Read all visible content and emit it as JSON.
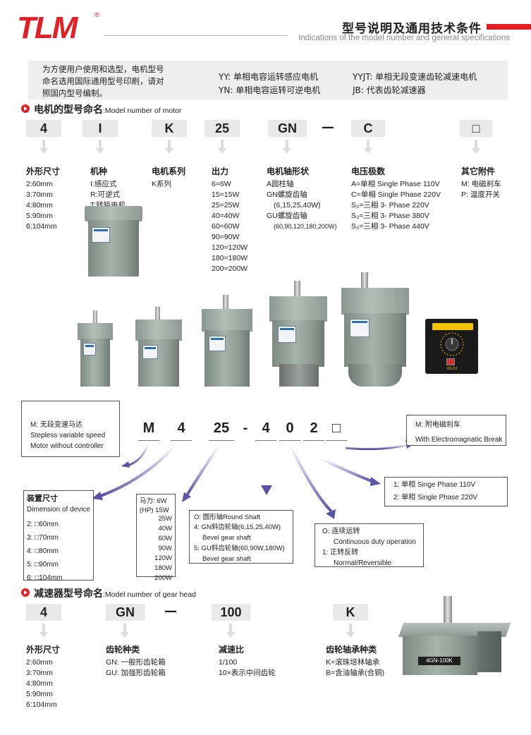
{
  "header": {
    "logo": "TLM",
    "title": "型号说明及通用技术条件",
    "subtitle": "Indications of the model number and general specifications"
  },
  "intro": {
    "text_lines": [
      "为方便用户使用和选型，电机型号",
      "命名选用国际通用型号印刷，请对",
      "照国内型号编制。"
    ],
    "legend": [
      {
        "code": "YY:",
        "desc": "单相电容运转感应电机"
      },
      {
        "code": "YN:",
        "desc": "单相电容运转可逆电机"
      },
      {
        "code": "YYJT:",
        "desc": "单相无段变速齿轮减速电机"
      },
      {
        "code": "JB:",
        "desc": "代表齿轮减速器"
      }
    ]
  },
  "motor_section": {
    "title": "电机的型号命名",
    "title_en": ":Model number of motor",
    "codes": [
      "4",
      "I",
      "K",
      "25",
      "GN",
      "—",
      "C",
      "□"
    ],
    "columns": [
      {
        "title": "外形尺寸",
        "items": [
          "2:60mm",
          "3:70mm",
          "4:80mm",
          "5:90mm",
          "6:104mm"
        ]
      },
      {
        "title": "机种",
        "items": [
          "I:感应式",
          "R:可逆式",
          "T:转矩电机"
        ]
      },
      {
        "title": "电机系列",
        "items": [
          "K系列"
        ]
      },
      {
        "title": "出力",
        "items": [
          "6=6W",
          "15=15W",
          "25=25W",
          "40=40W",
          "60=60W",
          "90=90W",
          "120=120W",
          "180=180W",
          "200=200W"
        ]
      },
      {
        "title": "电机轴形状",
        "items": [
          "A圆柱轴",
          "GN螺旋齿轴",
          "(6,15,25,40W)",
          "GU螺旋齿轴",
          "(60,90,120,180,200W)"
        ]
      },
      {
        "title": "电压极数",
        "items": [
          "A=单相 Single Phase 110V",
          "C=单相 Single Phase 220V",
          "S₃=三相 3- Phase 220V",
          "S₃=三相 3- Phase 380V",
          "S₃=三相 3- Phase 440V"
        ]
      },
      {
        "title": "其它附件",
        "items": [
          "M: 电磁刹车",
          "P: 温度开关"
        ]
      }
    ]
  },
  "product_labels": {
    "controller_name": "US-52"
  },
  "speed_section": {
    "codes": [
      "M",
      "4",
      "25",
      "-",
      "4",
      "0",
      "2",
      "□"
    ],
    "stepless": [
      "M: 无段变速马达",
      "Stepless variable speed",
      "Motor without controller"
    ],
    "brake": [
      "M: 附电磁刹车",
      "With Electromagnatic Break"
    ],
    "dimension": {
      "title": "装置尺寸",
      "title_en": "Dimension of device",
      "items": [
        "2: □60mm",
        "3: □70mm",
        "4: □80mm",
        "5: □90mm",
        "6: □104mm"
      ]
    },
    "power": {
      "title": "马力: 6W",
      "hp": "(HP) 15W",
      "items": [
        "25W",
        "40W",
        "60W",
        "90W",
        "120W",
        "180W",
        "200W"
      ]
    },
    "shaft": [
      "O: 圆形轴Round Shaft",
      "4: GN斜齿轮轴(6,15,25,40W)",
      "Bevel gear shaft",
      "5: GU斜齿轮轴(60,90W,180W)",
      "Bevel gear shaft"
    ],
    "duty": [
      "O: 连续运转",
      "Continuous duty operation",
      "1: 正转反转",
      "Normal/Reversible"
    ],
    "phase": [
      "1: 单相 Singe Phase 110V",
      "2: 单相 Single Phase 220V"
    ]
  },
  "gear_section": {
    "title": "减速器型号命名",
    "title_en": ":Model number of gear head",
    "codes": [
      "4",
      "GN",
      "—",
      "100",
      "K"
    ],
    "columns": [
      {
        "title": "外形尺寸",
        "items": [
          "2:60mm",
          "3:70mm",
          "4:80mm",
          "5:90mm",
          "6:104mm"
        ]
      },
      {
        "title": "齿轮种类",
        "items": [
          "GN: 一般形齿轮箱",
          "GU: 加强形齿轮箱"
        ]
      },
      {
        "title": "减速比",
        "items": [
          "1/100",
          "10×表示中间齿轮"
        ]
      },
      {
        "title": "齿轮轴承种类",
        "items": [
          "K=滚珠培林轴承",
          "B=含油轴承(合铜)"
        ]
      }
    ],
    "gearhead_label": "4GN-100K"
  }
}
